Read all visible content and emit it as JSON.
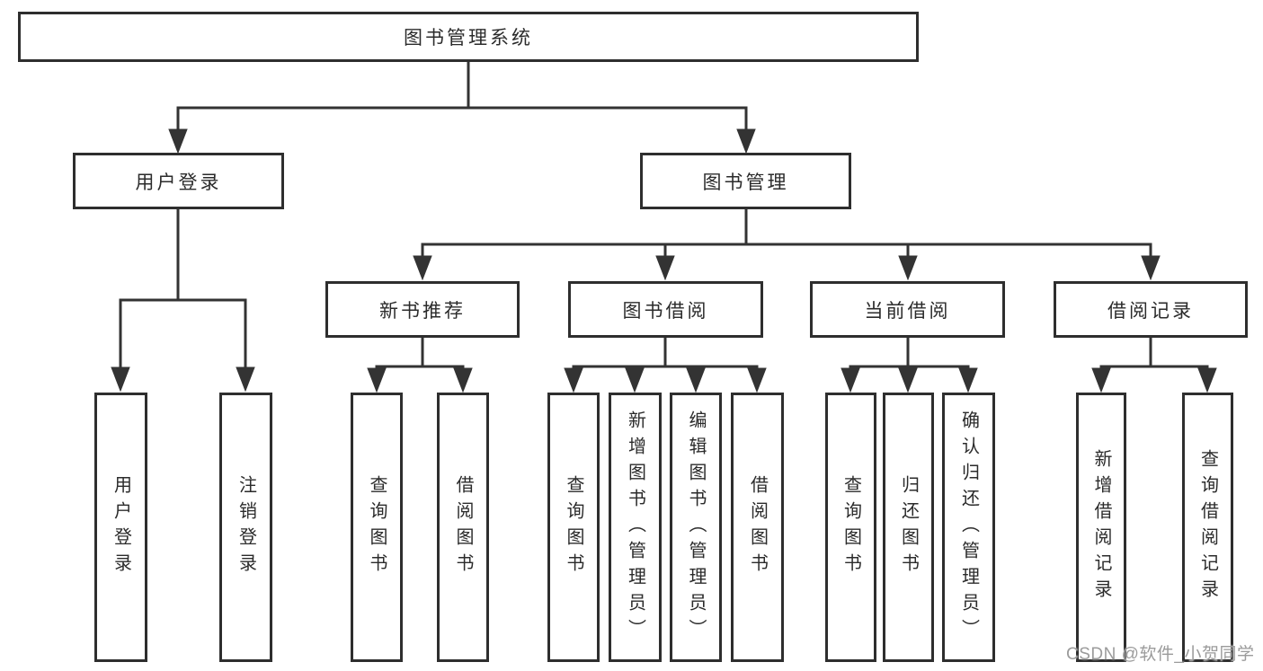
{
  "diagram": {
    "root": {
      "label": "图书管理系统",
      "children": [
        {
          "label": "用户登录",
          "children": [
            {
              "label": "用户登录"
            },
            {
              "label": "注销登录"
            }
          ]
        },
        {
          "label": "图书管理",
          "children": [
            {
              "label": "新书推荐",
              "children": [
                {
                  "label": "查询图书"
                },
                {
                  "label": "借阅图书"
                }
              ]
            },
            {
              "label": "图书借阅",
              "children": [
                {
                  "label": "查询图书"
                },
                {
                  "label": "新增图书（管理员）"
                },
                {
                  "label": "编辑图书（管理员）"
                },
                {
                  "label": "借阅图书"
                }
              ]
            },
            {
              "label": "当前借阅",
              "children": [
                {
                  "label": "查询图书"
                },
                {
                  "label": "归还图书"
                },
                {
                  "label": "确认归还（管理员）"
                }
              ]
            },
            {
              "label": "借阅记录",
              "children": [
                {
                  "label": "新增借阅记录"
                },
                {
                  "label": "查询借阅记录"
                }
              ]
            }
          ]
        }
      ]
    }
  },
  "watermark": {
    "text": "CSDN @软件_小贺同学"
  },
  "colors": {
    "line": "#333333",
    "box_border": "#2e2e2e",
    "text": "#2b2b2b",
    "watermark": "#9b9b9b",
    "background": "#ffffff"
  }
}
